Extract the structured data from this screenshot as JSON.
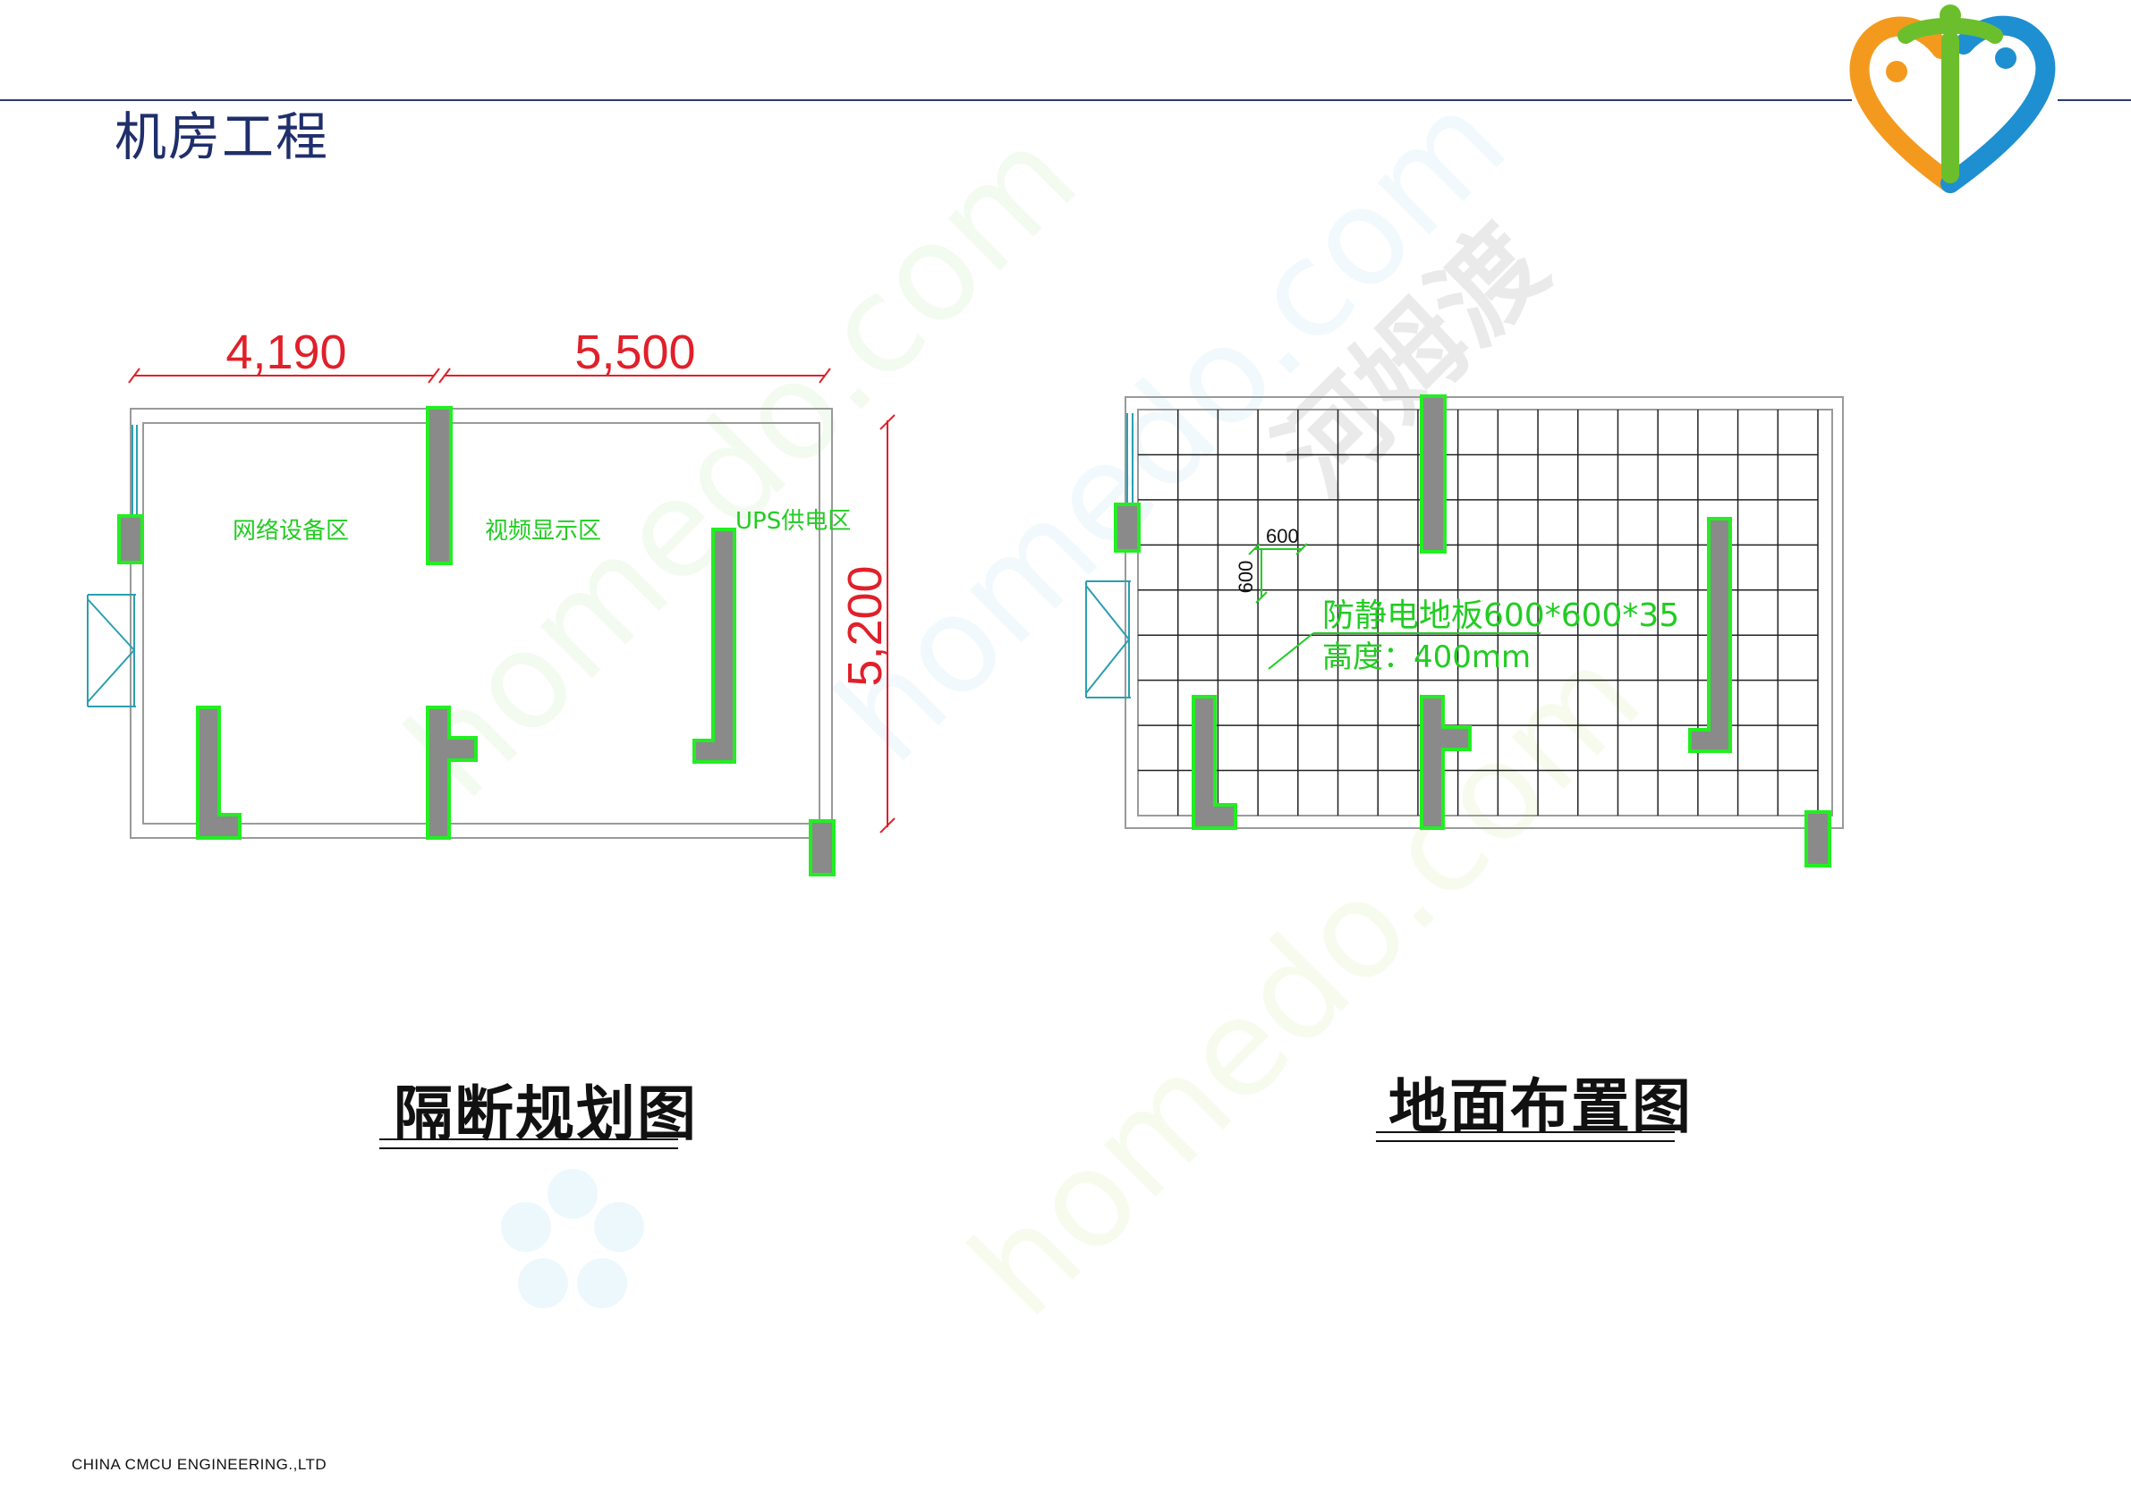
{
  "header": {
    "title": "机房工程",
    "logo_icon": "heart-people-logo"
  },
  "watermark": {
    "text_latin": "homedo.com",
    "text_cn": "河姆渡"
  },
  "left_plan": {
    "dim_top_left": "4,190",
    "dim_top_right": "5,500",
    "dim_side": "5,200",
    "zone_network": "网络设备区",
    "zone_video": "视频显示区",
    "zone_ups": "UPS供电区",
    "caption": "隔断规划图"
  },
  "right_plan": {
    "grid_dim_h": "600",
    "grid_dim_v": "600",
    "floor_note_1": "防静电地板600*600*35",
    "floor_note_2": "高度：400mm",
    "caption": "地面布置图"
  },
  "footer": {
    "company": "CHINA CMCU ENGINEERING.,LTD"
  },
  "colors": {
    "title": "#1f2f6b",
    "dimension_red": "#e0202a",
    "highlight_green": "#22ee22",
    "column_gray": "#8a8a8a",
    "wall_gray": "#9a9a9a",
    "door_teal": "#2aa0b0"
  }
}
